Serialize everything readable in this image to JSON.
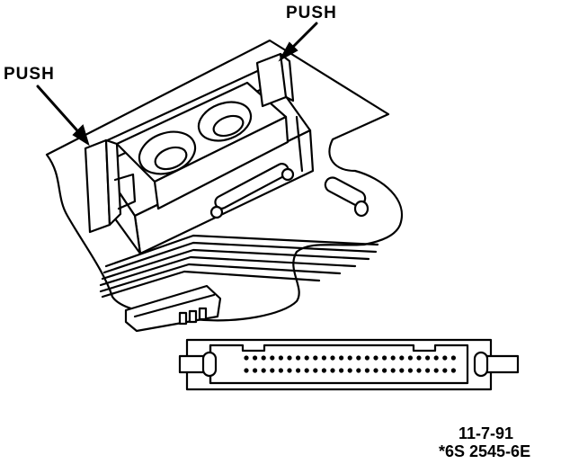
{
  "labels": {
    "push_top": "PUSH",
    "push_left": "PUSH",
    "date": "11-7-91",
    "code": "*6S 2545-6E"
  },
  "colors": {
    "ink": "#000000",
    "paper": "#ffffff"
  }
}
